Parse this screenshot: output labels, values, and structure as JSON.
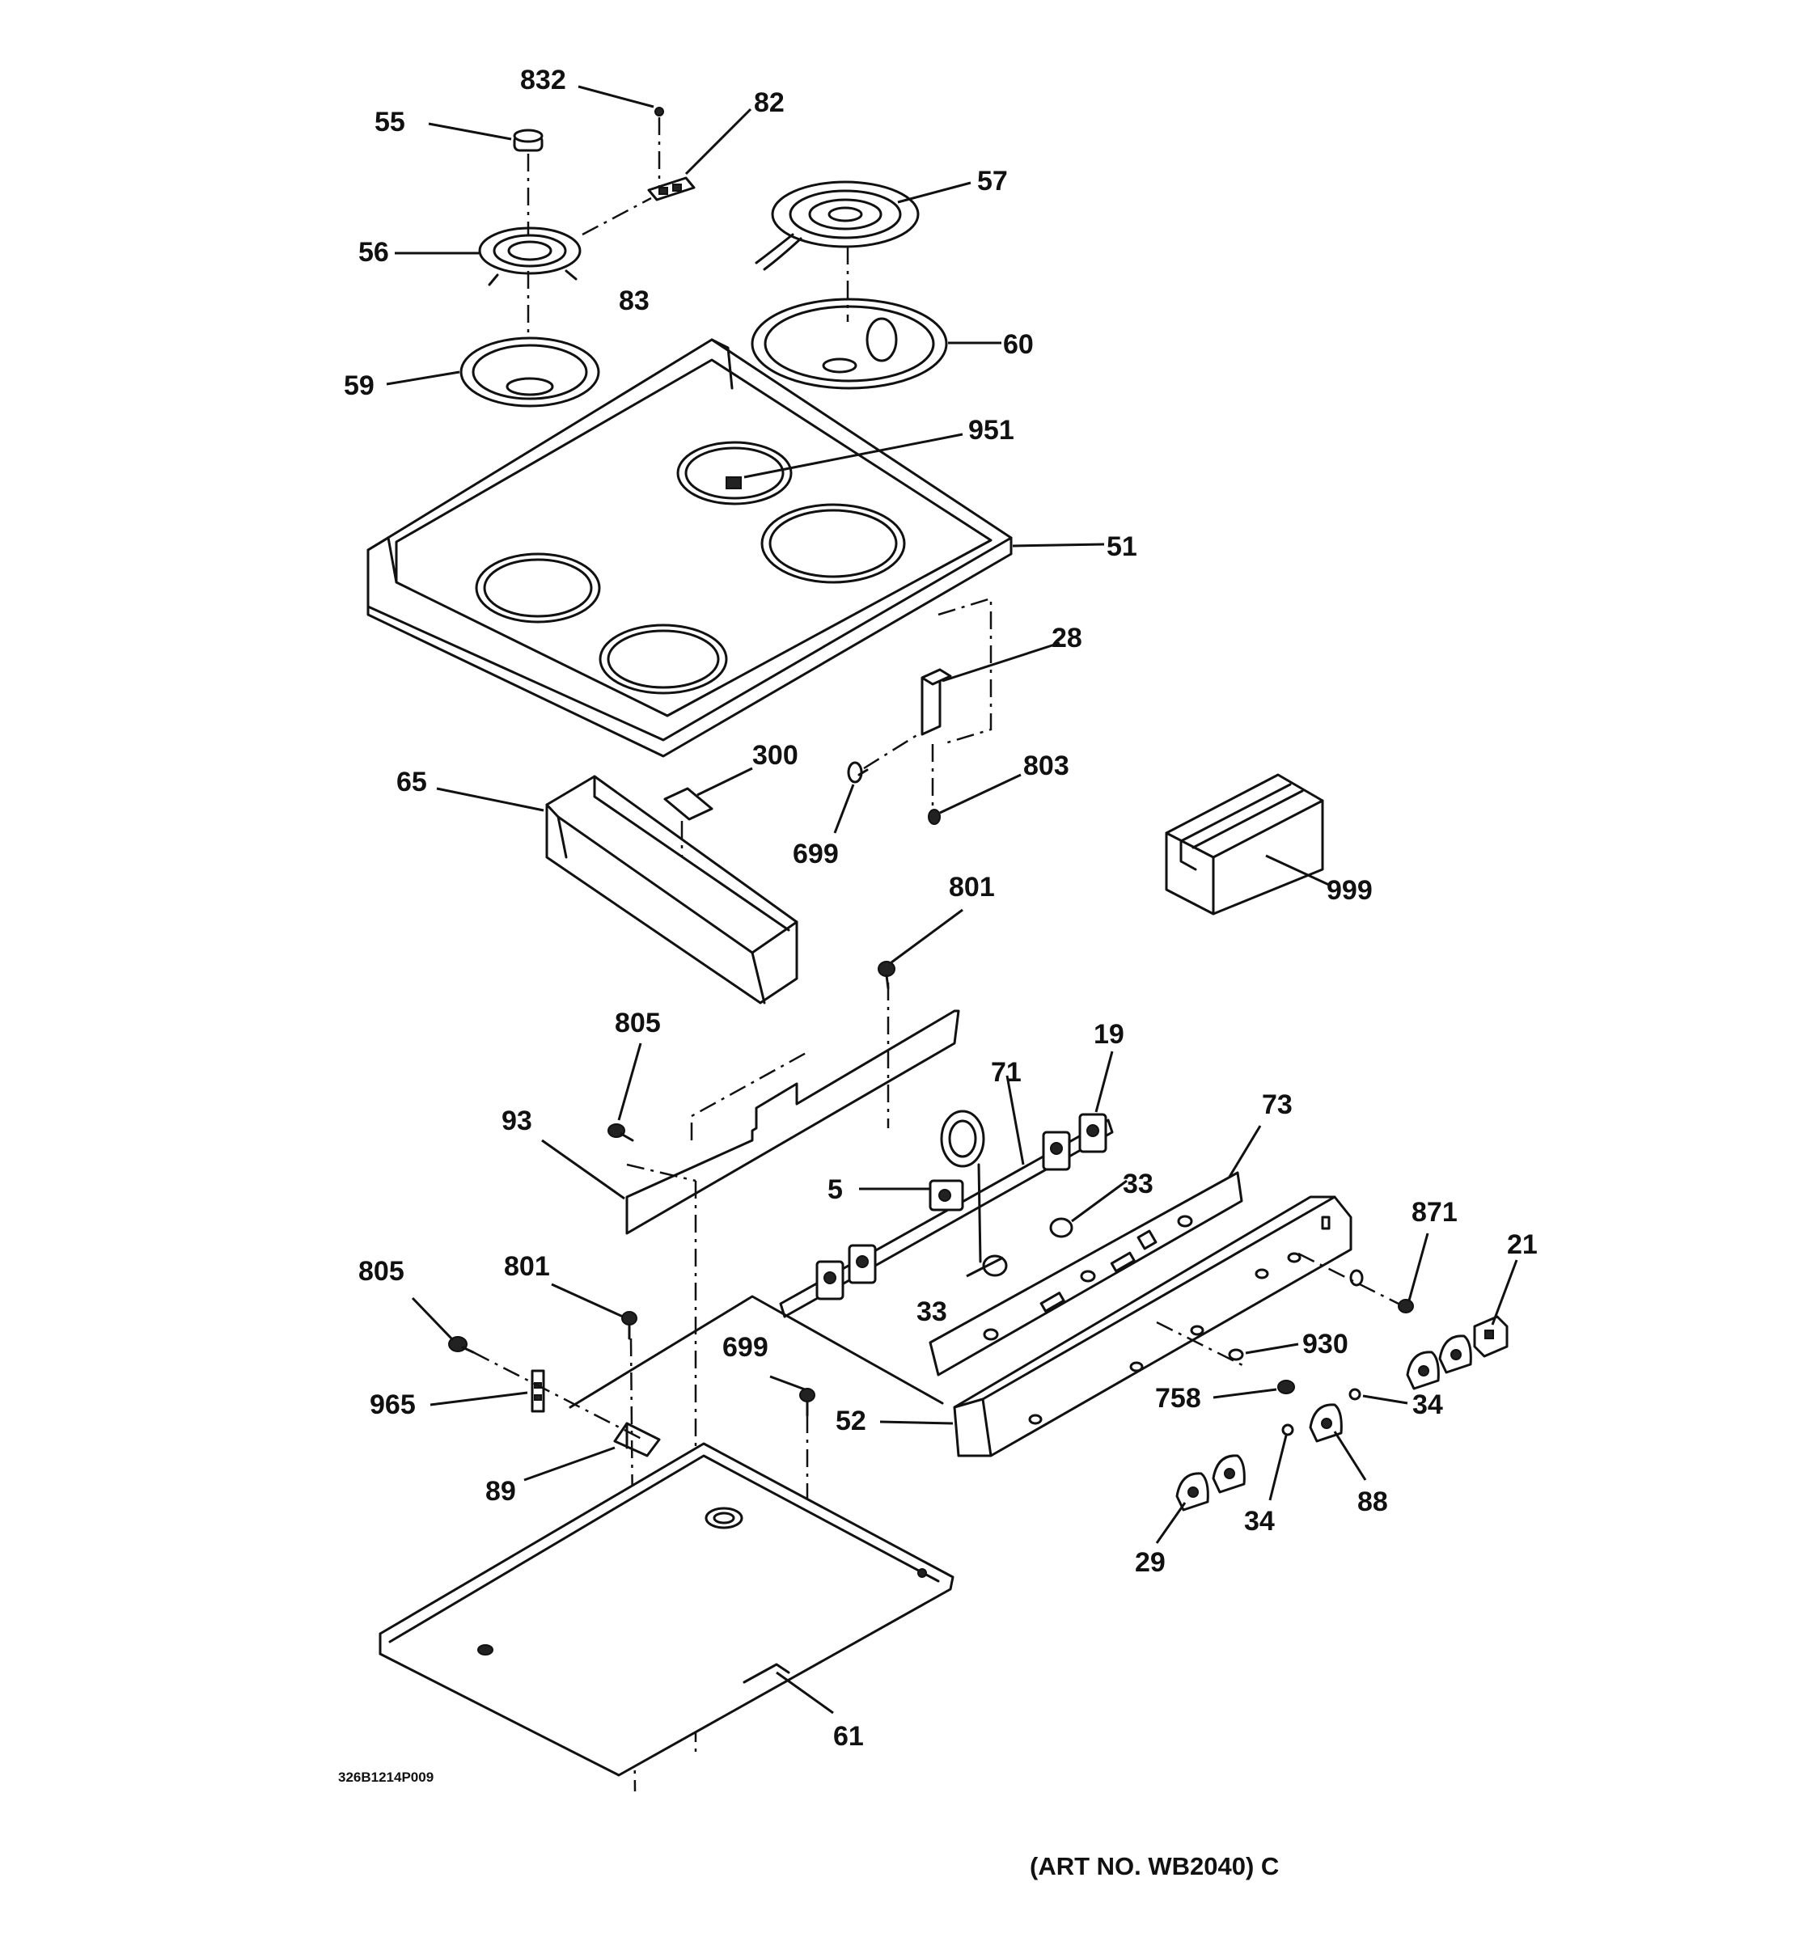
{
  "diagram": {
    "drawing_code": "326B1214P009",
    "art_number": "(ART NO. WB2040) C",
    "callouts": {
      "c832": "832",
      "c55": "55",
      "c82": "82",
      "c56": "56",
      "c83": "83",
      "c57": "57",
      "c59": "59",
      "c60": "60",
      "c951": "951",
      "c51": "51",
      "c28": "28",
      "c65": "65",
      "c300": "300",
      "c803": "803",
      "c699a": "699",
      "c999": "999",
      "c801a": "801",
      "c805a": "805",
      "c19": "19",
      "c71": "71",
      "c93": "93",
      "c73": "73",
      "c5": "5",
      "c33a": "33",
      "c871": "871",
      "c21": "21",
      "c805b": "805",
      "c801b": "801",
      "c33b": "33",
      "c930": "930",
      "c699b": "699",
      "c965": "965",
      "c758": "758",
      "c52": "52",
      "c34a": "34",
      "c89": "89",
      "c88": "88",
      "c34b": "34",
      "c29": "29",
      "c61": "61"
    }
  }
}
